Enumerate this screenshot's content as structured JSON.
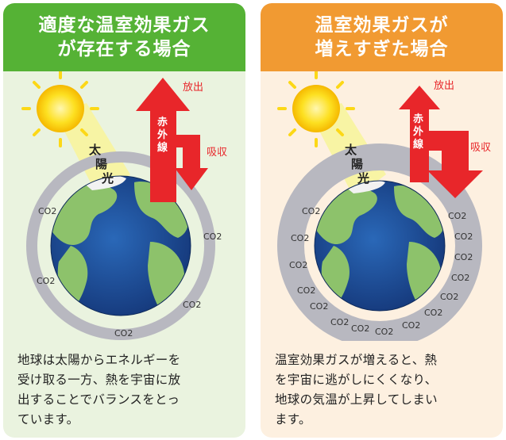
{
  "left_panel": {
    "title_lines": [
      "適度な温室効果ガス",
      "が存在する場合"
    ],
    "labels": {
      "emit": "放出",
      "absorb": "吸収",
      "infrared": [
        "赤",
        "外",
        "線"
      ],
      "sunlight": [
        "太",
        "陽",
        "光"
      ]
    },
    "co2_labels": [
      "CO2",
      "CO2",
      "CO2",
      "CO2",
      "CO2"
    ],
    "caption_lines": [
      "地球は太陽からエネルギーを",
      "受け取る一方、熱を宇宙に放",
      "出することでバランスをとっ",
      "ています。"
    ]
  },
  "right_panel": {
    "title_lines": [
      "温室効果ガスが",
      "増えすぎた場合"
    ],
    "labels": {
      "emit": "放出",
      "absorb": "吸収",
      "infrared": [
        "赤",
        "外",
        "線"
      ],
      "sunlight": [
        "太",
        "陽",
        "光"
      ]
    },
    "co2_labels": [
      "CO2",
      "CO2",
      "CO2",
      "CO2",
      "CO2",
      "CO2",
      "CO2",
      "CO2",
      "CO2",
      "CO2",
      "CO2",
      "CO2",
      "CO2",
      "CO2",
      "CO2"
    ],
    "caption_lines": [
      "温室効果ガスが増えると、熱",
      "を宇宙に逃がしにくくなり、",
      "地球の気温が上昇してしまい",
      "ます。"
    ]
  },
  "colors": {
    "left_header": "#55b235",
    "right_header": "#f19a32",
    "left_bg": "#eaf3df",
    "right_bg": "#fdf0e0",
    "arrow_red": "#e8262a",
    "ring_gray": "#b8b8c0",
    "sun": "#fcd817"
  }
}
